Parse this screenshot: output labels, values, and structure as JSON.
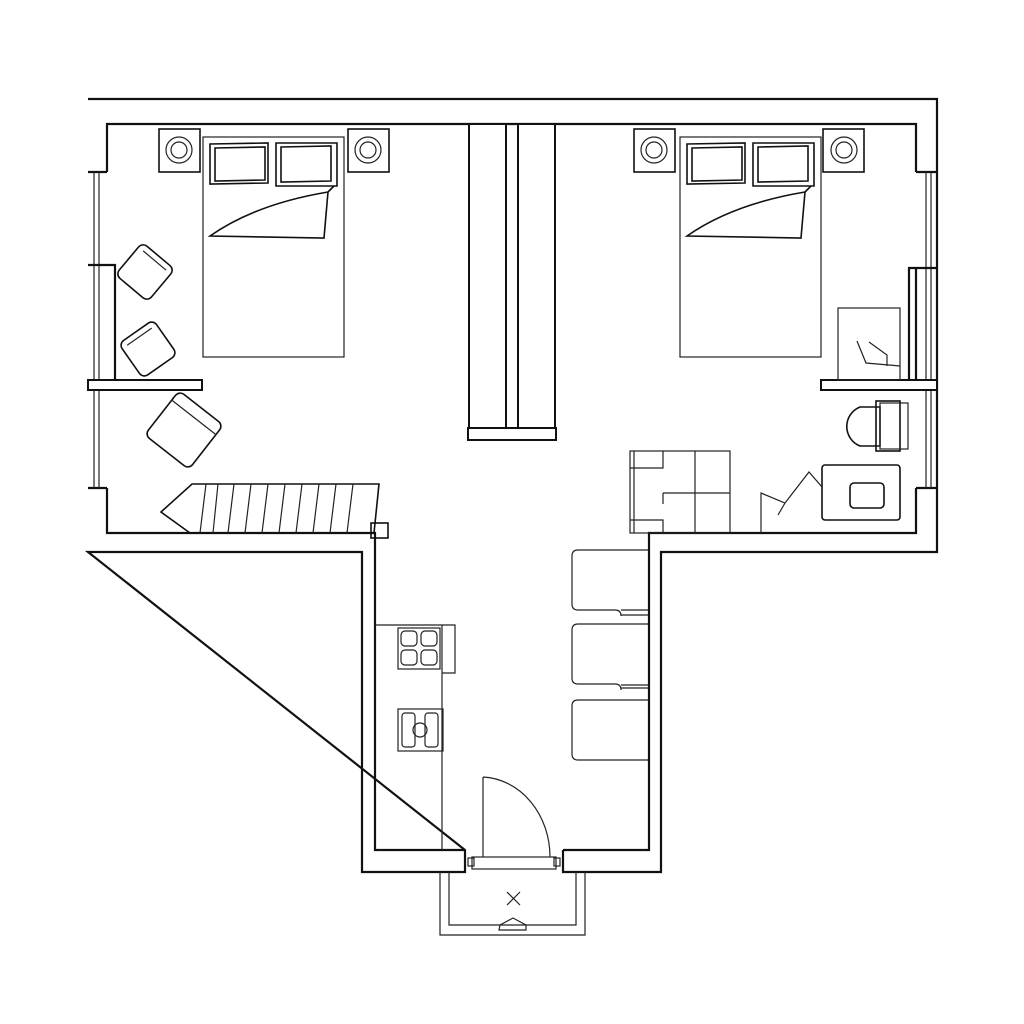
{
  "plan": {
    "line_color": "#111111",
    "background_color": "#ffffff",
    "rooms": [
      "bedroom-left",
      "bedroom-right",
      "kitchen-hallway",
      "bathroom",
      "entry-porch"
    ]
  }
}
